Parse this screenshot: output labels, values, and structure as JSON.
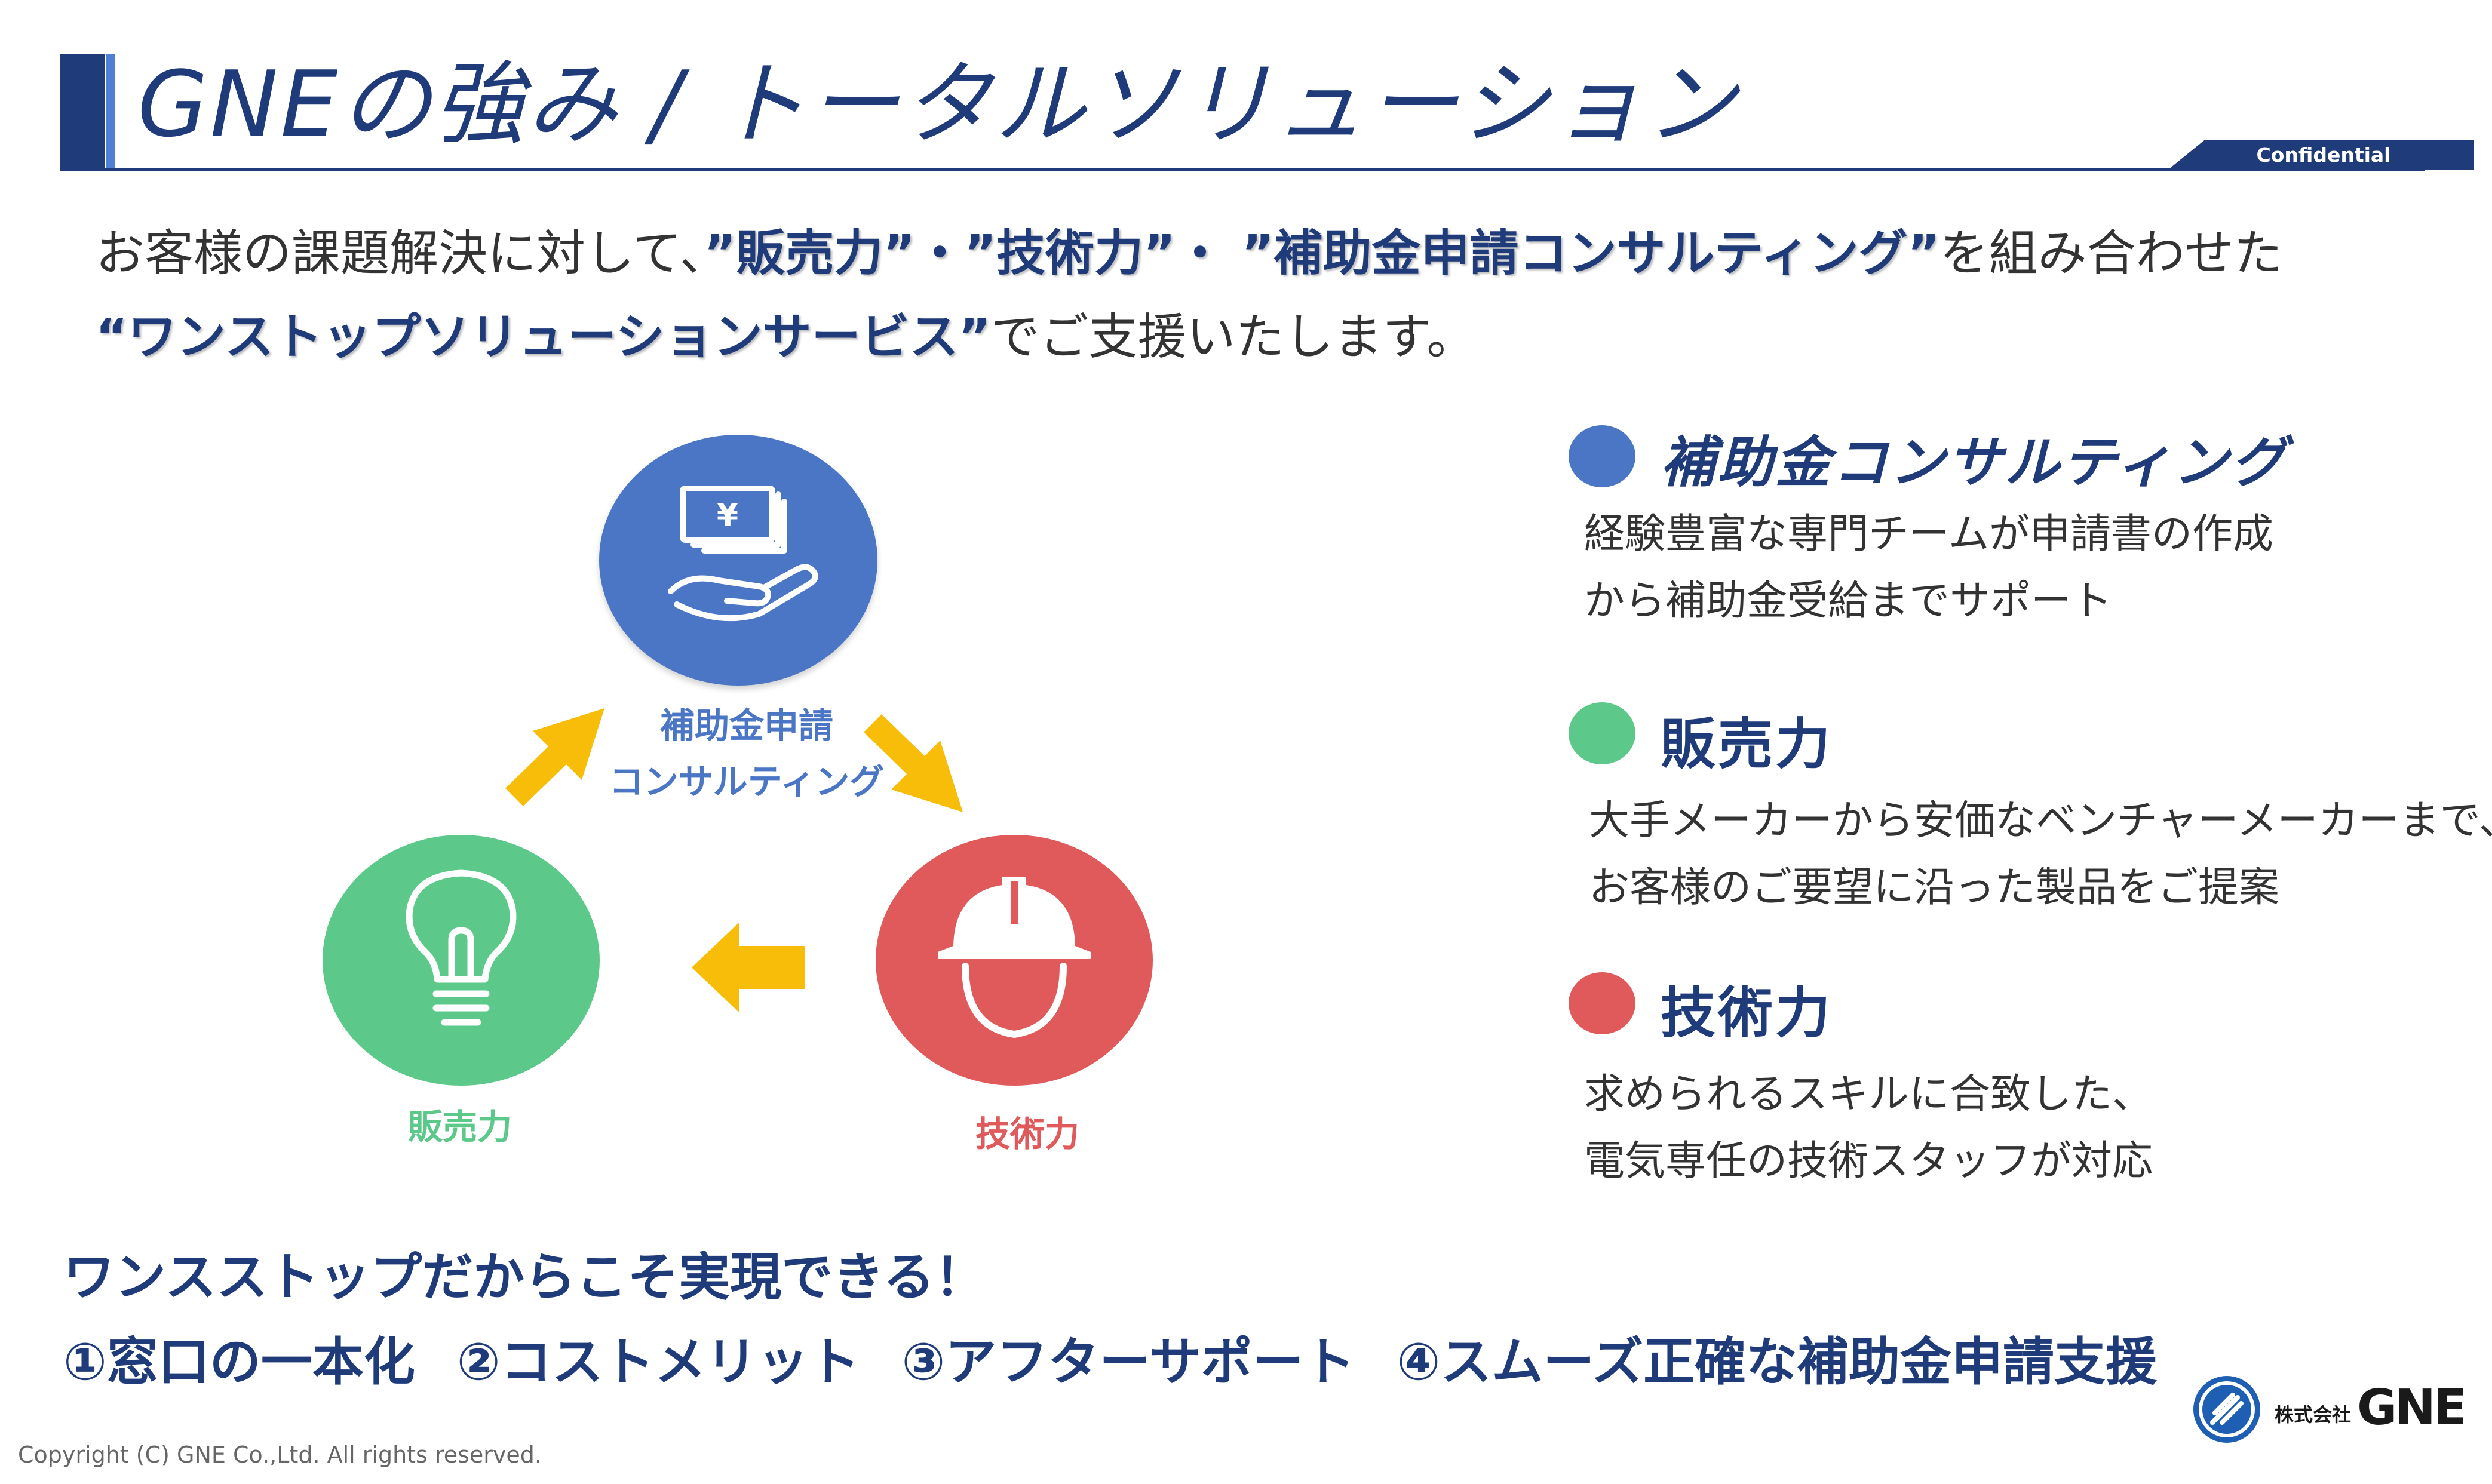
{
  "header": {
    "title": "GNEの強み / トータルソリューション",
    "confidential": "Confidential"
  },
  "intro": {
    "line1_prefix": "お客様の課題解決に対して、",
    "line1_emphasis": "”販売力”・”技術力”・ ”補助金申請コンサルティング”",
    "line1_suffix": "を組み合わせた",
    "line2_emphasis": "“ワンストップソリューションサービス”",
    "line2_suffix": "でご支援いたします。"
  },
  "diagram": {
    "subsidy_label_line1": "補助金申請",
    "subsidy_label_line2": "コンサルティング",
    "sales_label": "販売力",
    "tech_label": "技術力",
    "currency_symbol": "¥",
    "icons": [
      "money-hand-icon",
      "light-bulb-icon",
      "hard-hat-icon"
    ]
  },
  "legend": [
    {
      "title": "補助金コンサルティング",
      "line1": "経験豊富な専門チームが申請書の作成",
      "line2": "から補助金受給までサポート",
      "color": "#4a76c5"
    },
    {
      "title": "販売力",
      "line1": "大手メーカーから安価なベンチャーメーカーまで、",
      "line2": "お客様のご要望に沿った製品をご提案",
      "color": "#5cc98a"
    },
    {
      "title": "技術力",
      "line1": "求められるスキルに合致した、",
      "line2": "電気専任の技術スタッフが対応",
      "color": "#e05a5c"
    }
  ],
  "bottom": {
    "headline": "ワンスストップだからこそ実現できる！",
    "benefits": "①窓口の一本化 ②コストメリット ③アフターサポート ④スムーズ正確な補助金申請支援"
  },
  "footer": {
    "copyright": "Copyright (C) GNE Co.,Ltd. All rights reserved.",
    "company_prefix": "株式会社",
    "company_name": "GNE"
  },
  "colors": {
    "navy": "#1f3b7a",
    "blue": "#4a76c5",
    "green": "#5cc98a",
    "red": "#e05a5c",
    "arrow": "#f7bd09"
  }
}
